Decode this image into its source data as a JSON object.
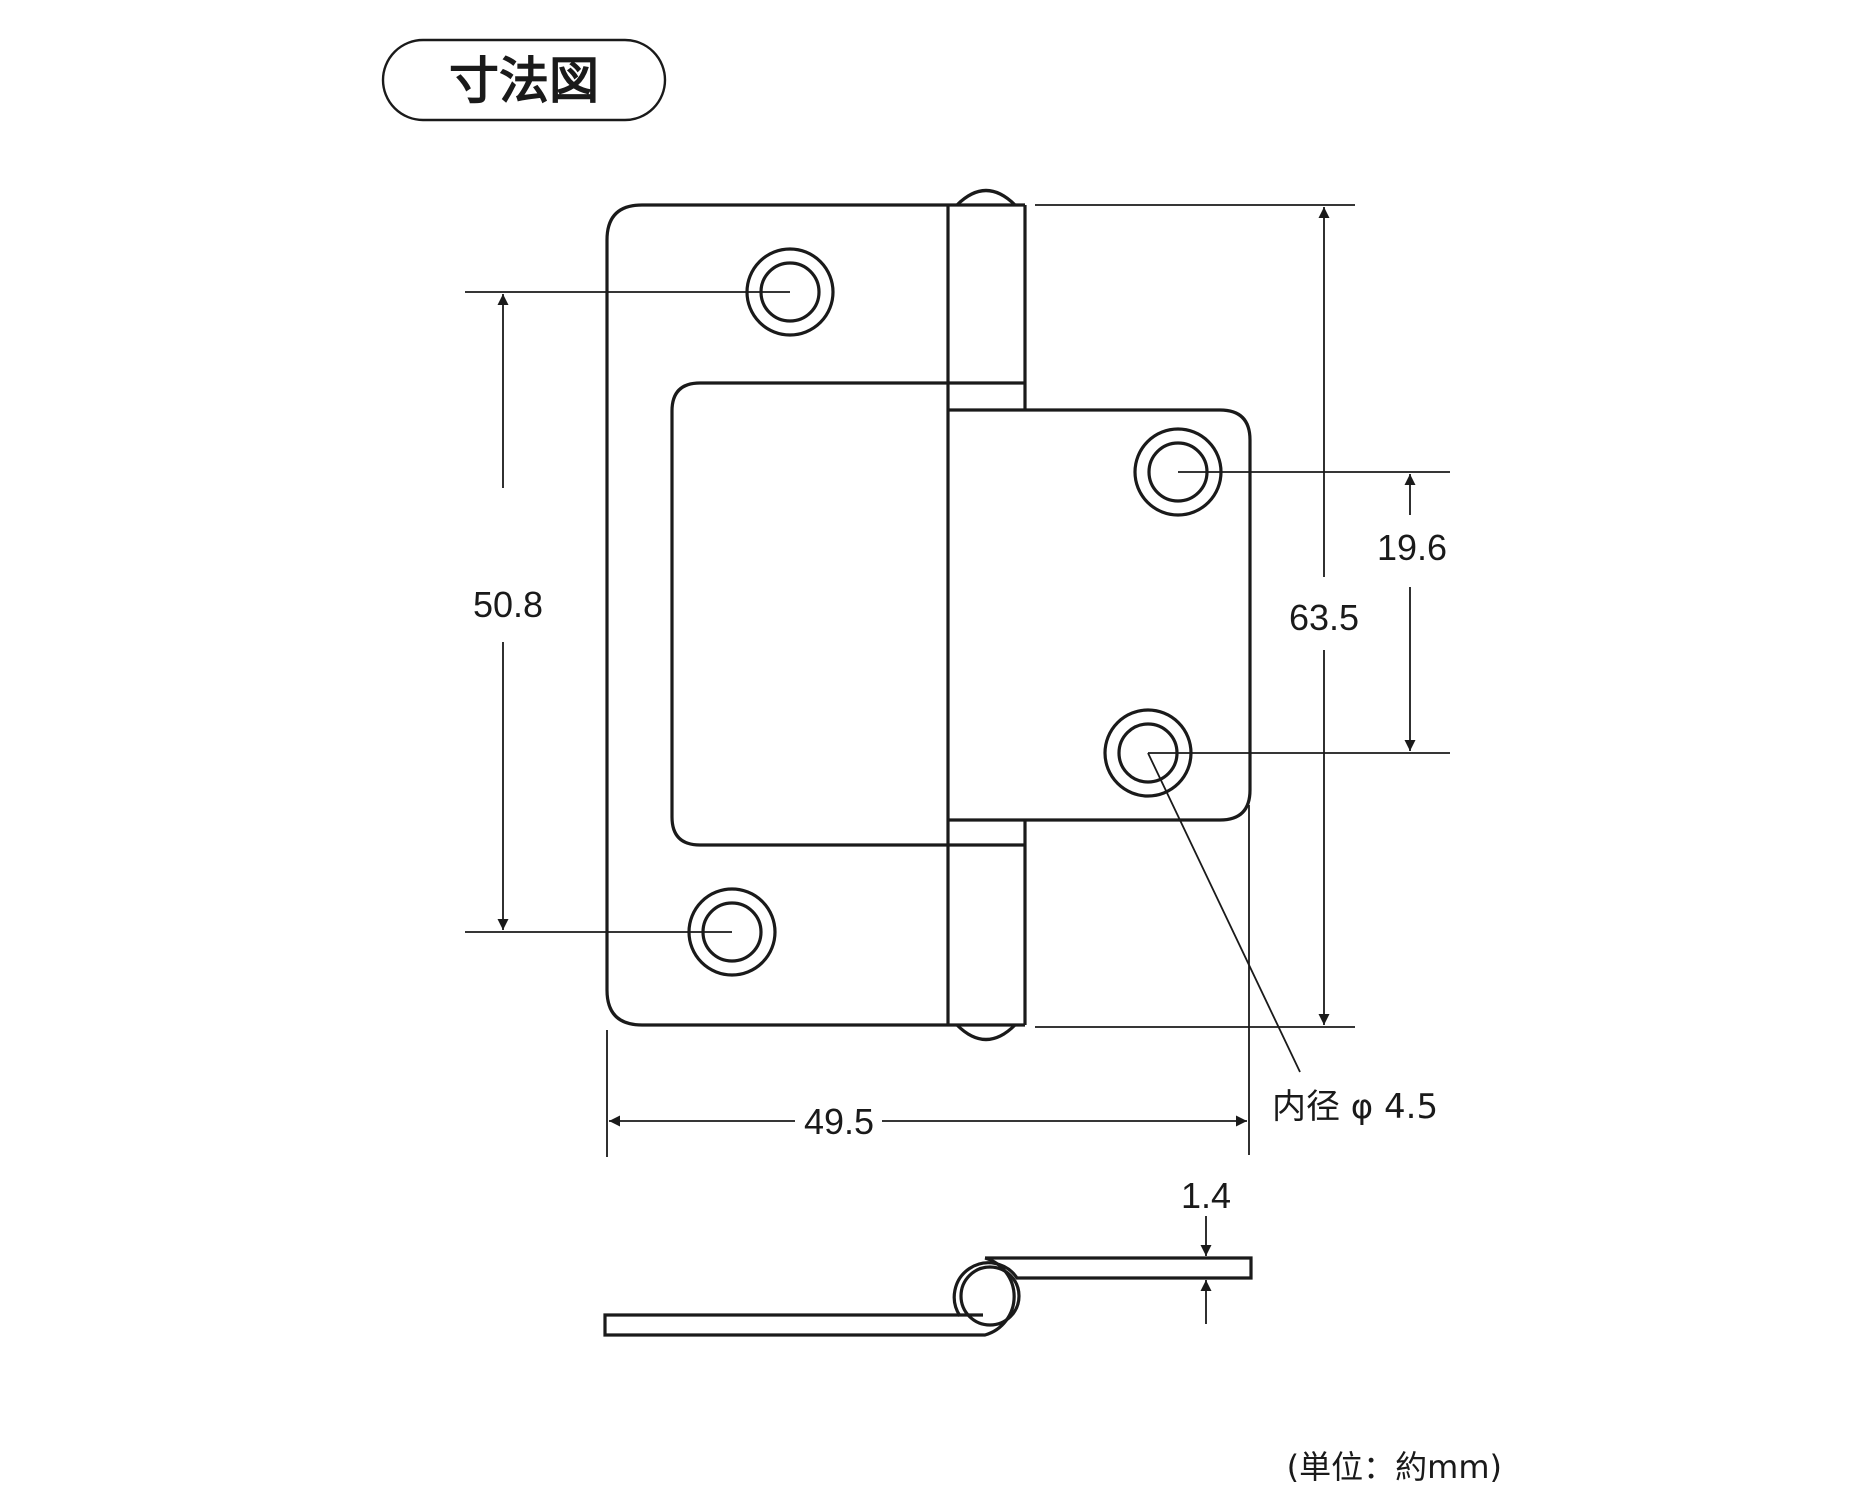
{
  "title": "寸法図",
  "dimensions": {
    "hole_pitch_left": "50.8",
    "overall_height": "63.5",
    "hole_pitch_right": "19.6",
    "overall_width": "49.5",
    "thickness": "1.4",
    "hole_inner_diameter": "内径 φ 4.5"
  },
  "unit_note": "(単位：約mm)",
  "colors": {
    "line": "#1a1a1a",
    "background": "#ffffff"
  }
}
